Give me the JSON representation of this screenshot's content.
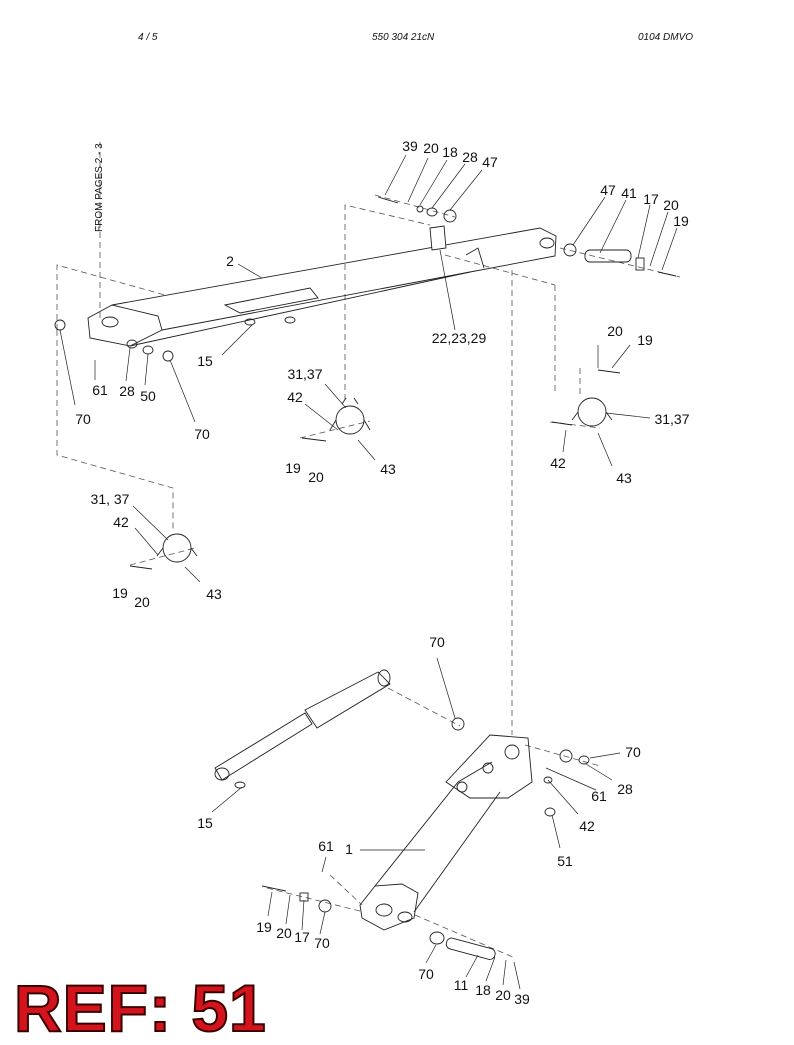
{
  "header": {
    "page": "4 / 5",
    "part_number": "550 304 21cN",
    "code": "0104 DMVO"
  },
  "side_note": "FROM PAGES 2 - 3",
  "callouts": [
    "39",
    "20",
    "18",
    "28",
    "47",
    "47",
    "41",
    "17",
    "20",
    "19",
    "2",
    "22,23,29",
    "15",
    "61",
    "28",
    "50",
    "70",
    "70",
    "20",
    "19",
    "31,37",
    "42",
    "43",
    "31,37",
    "42",
    "19",
    "20",
    "43",
    "31, 37",
    "42",
    "19",
    "20",
    "43",
    "70",
    "70",
    "28",
    "61",
    "42",
    "51",
    "15",
    "61",
    "1",
    "19",
    "20",
    "17",
    "70",
    "70",
    "11",
    "18",
    "20",
    "39"
  ],
  "reference": "REF: 51"
}
